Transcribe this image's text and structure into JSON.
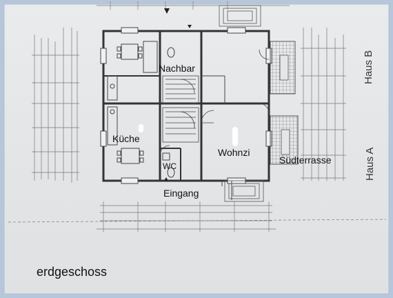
{
  "annotations": {
    "nachbar": "Nachbar",
    "kueche": "Küche",
    "wohnzi": "Wohnzi",
    "wc": "WC",
    "eingang": "Eingang",
    "suedterrasse": "Südterrasse"
  },
  "plan_labels": {
    "haus_a": "Haus A",
    "haus_b": "Haus B"
  },
  "caption": "erdgeschoss",
  "colors": {
    "paper": "#e4e6e8",
    "ink": "#3a3a3a",
    "frame": "#b6c7dc"
  }
}
